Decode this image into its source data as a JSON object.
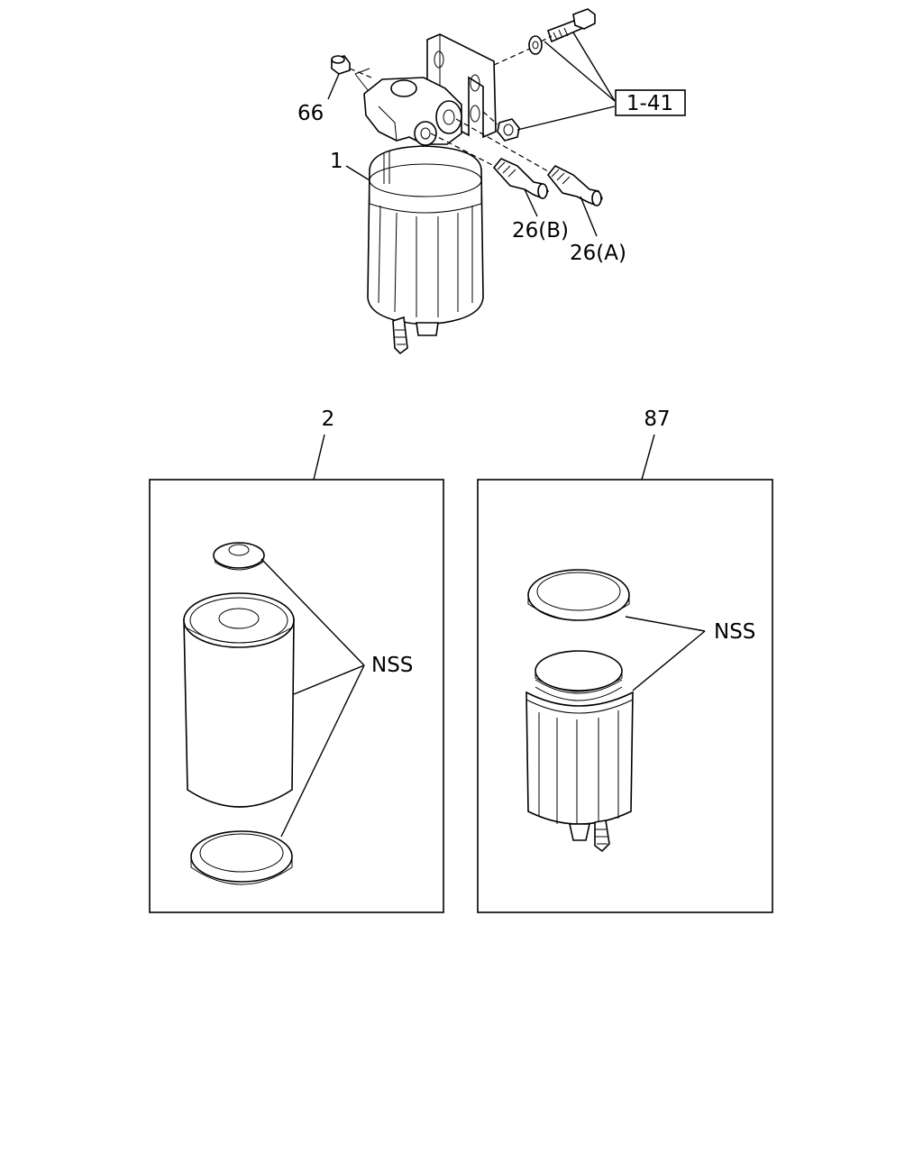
{
  "labels": {
    "part_66": "66",
    "part_1": "1",
    "part_26b": "26(B)",
    "part_26a": "26(A)",
    "ref_1_41": "1-41",
    "part_2": "2",
    "part_87": "87",
    "nss_left": "NSS",
    "nss_right": "NSS"
  }
}
